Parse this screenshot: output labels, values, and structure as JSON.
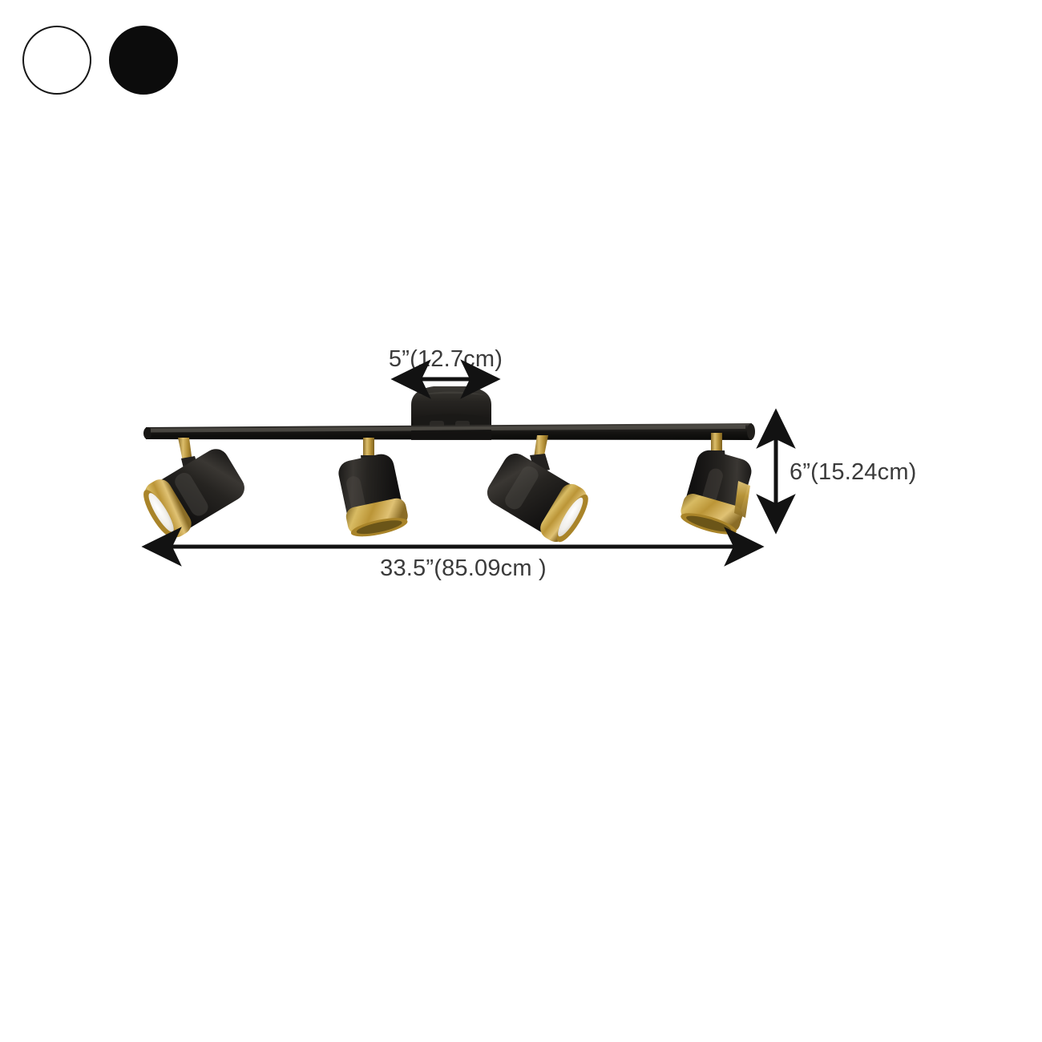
{
  "page": {
    "background_color": "#ffffff",
    "product_type": "4-light track ceiling spotlight fixture"
  },
  "swatches": {
    "label": "color options",
    "items": [
      {
        "name": "white-swatch",
        "color": "#ffffff",
        "border_color": "#161616"
      },
      {
        "name": "black-swatch",
        "color": "#0c0c0c",
        "border_color": "#0c0c0c"
      }
    ]
  },
  "dimensions": {
    "canopy_width": {
      "text": "5”(12.7cm)",
      "orientation": "horizontal",
      "position": "top-center"
    },
    "fixture_height": {
      "text": "6”(15.24cm)",
      "orientation": "vertical",
      "position": "right"
    },
    "fixture_length": {
      "text": "33.5”(85.09cm )",
      "orientation": "horizontal",
      "position": "bottom-center"
    }
  },
  "product": {
    "bar_color": "#1b1a18",
    "bar_highlight_color": "#4a4844",
    "shade_color": "#201f1d",
    "shade_highlight_color": "#4e4c48",
    "gold_color": "#c09a3e",
    "gold_light_color": "#e3c674",
    "gold_dark_color": "#8d6f26",
    "lens_color": "#f2f0ec",
    "arrow_color": "#121212",
    "heads": [
      {
        "name": "spotlight-head-1",
        "aim": "left-down"
      },
      {
        "name": "spotlight-head-2",
        "aim": "down-left"
      },
      {
        "name": "spotlight-head-3",
        "aim": "right-down"
      },
      {
        "name": "spotlight-head-4",
        "aim": "down-right"
      }
    ],
    "canopy": {
      "name": "ceiling-canopy",
      "shape": "rounded-dome"
    }
  }
}
